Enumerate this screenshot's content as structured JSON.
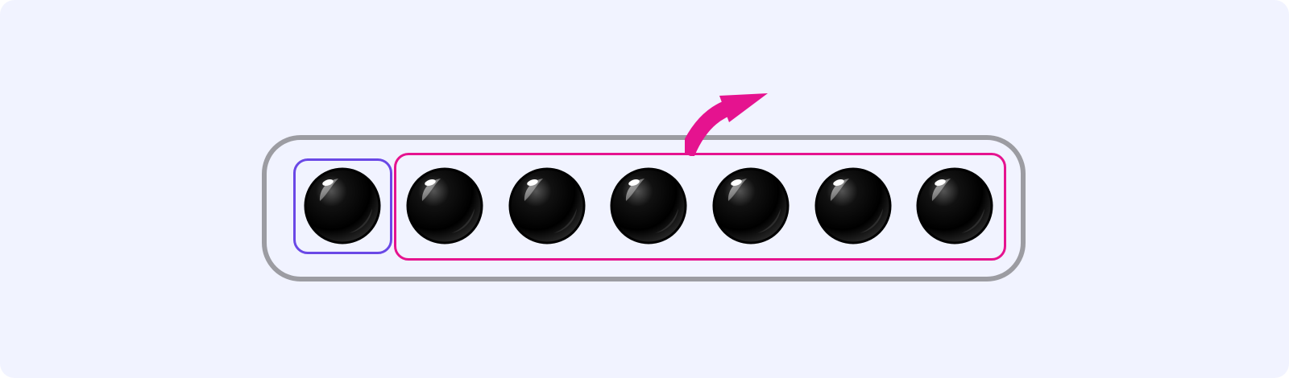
{
  "diagram": {
    "bead_count": 7,
    "left_group_bead_count": 1,
    "right_group_bead_count": 6,
    "colors": {
      "background": "#f1f3ff",
      "outer_tray_border": "#9c9ca2",
      "left_group_border": "#6a48e6",
      "right_group_border": "#e5138f",
      "arrow": "#e5138f",
      "bead": "#000000"
    },
    "arrow": {
      "icon": "curved-arrow-up-right-icon",
      "direction": "up-right"
    }
  }
}
